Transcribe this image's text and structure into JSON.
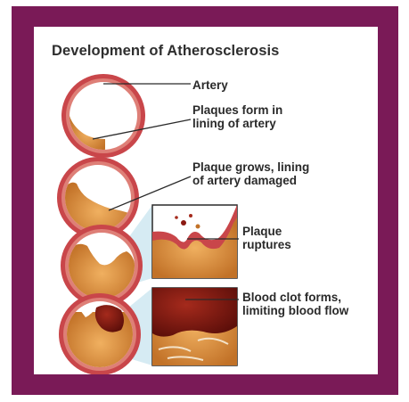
{
  "diagram": {
    "title": "Development of Atherosclerosis",
    "labels": {
      "artery": "Artery",
      "plaques_form": [
        "Plaques form in",
        "lining of artery"
      ],
      "plaque_grows": [
        "Plaque grows, lining",
        "of artery damaged"
      ],
      "plaque_ruptures": [
        "Plaque",
        "ruptures"
      ],
      "blood_clot": [
        "Blood clot forms,",
        "limiting blood flow"
      ]
    }
  },
  "colors": {
    "frame": "#7a1a57",
    "artery_wall": "#c9464a",
    "artery_wall_inner": "#d56a66",
    "plaque": "#d98a3a",
    "clot": "#8b1a12",
    "lumen": "#ffffff",
    "callout": "#cfe7f1"
  }
}
